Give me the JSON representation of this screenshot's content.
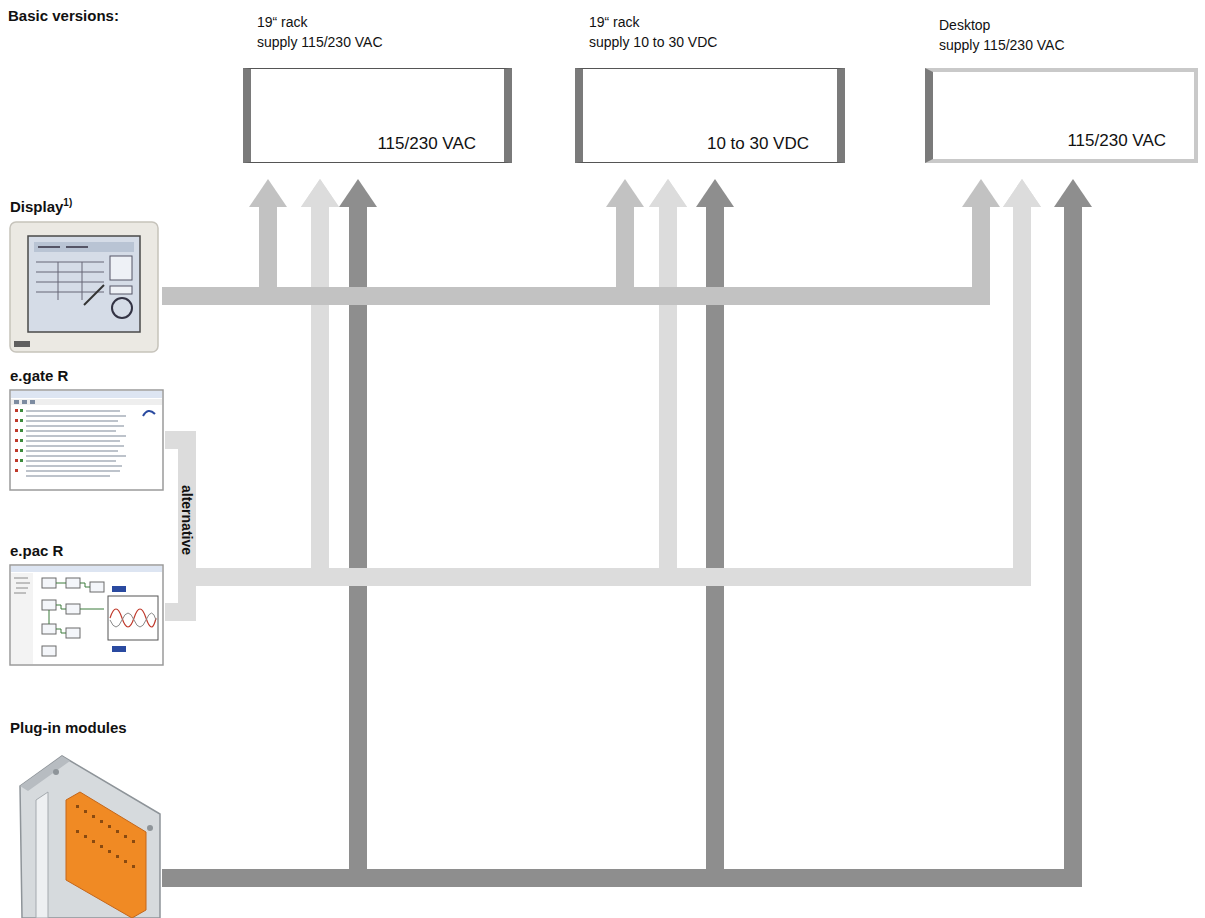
{
  "diagram": {
    "nodes": [
      {
        "text": [
          "19“ rack",
          "supply 115/230 VAC",
          "115/230 VAC"
        ]
      },
      {
        "text": [
          "19“ rack",
          "supply 10 to 30 VDC",
          "10 to 30 VDC"
        ]
      },
      {
        "text": [
          "Desktop",
          "supply 115/230 VAC",
          "115/230 VAC"
        ]
      },
      {
        "text": [
          "Display",
          "1)"
        ]
      },
      {
        "text": [
          "e.gate R"
        ]
      },
      {
        "text": [
          "e.pac R"
        ]
      },
      {
        "text": [
          "Plug-in modules"
        ]
      }
    ],
    "edges": [
      {
        "from": 3,
        "to": 0,
        "arrow": "to"
      },
      {
        "from": 3,
        "to": 1,
        "arrow": "to"
      },
      {
        "from": 3,
        "to": 2,
        "arrow": "to"
      },
      {
        "from": 4,
        "to": 5,
        "label": "alternative",
        "arrow": "none"
      },
      {
        "from": 4,
        "to": 0,
        "arrow": "to"
      },
      {
        "from": 4,
        "to": 1,
        "arrow": "to"
      },
      {
        "from": 4,
        "to": 2,
        "arrow": "to"
      },
      {
        "from": 5,
        "to": 0,
        "arrow": "to"
      },
      {
        "from": 5,
        "to": 1,
        "arrow": "to"
      },
      {
        "from": 5,
        "to": 2,
        "arrow": "to"
      },
      {
        "from": 6,
        "to": 0,
        "arrow": "to"
      },
      {
        "from": 6,
        "to": 1,
        "arrow": "to"
      },
      {
        "from": 6,
        "to": 2,
        "arrow": "to"
      }
    ],
    "labels": [
      "Basic versions:"
    ]
  }
}
